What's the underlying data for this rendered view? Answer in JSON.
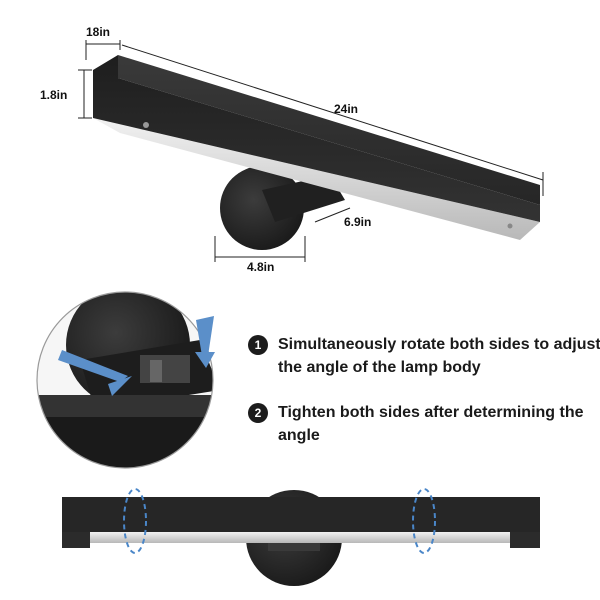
{
  "dimensions": {
    "width": "18in",
    "height": "1.8in",
    "length": "24in",
    "depth": "6.9in",
    "base": "4.8in"
  },
  "steps": [
    {
      "number": "1",
      "text": "Simultaneously rotate both sides to adjust the angle of the lamp body"
    },
    {
      "number": "2",
      "text": "Tighten both sides after determining the angle"
    }
  ],
  "colors": {
    "lamp_body": "#2a2a2a",
    "diffuser": "#d4d4d4",
    "arrow_blue": "#5b8fc9",
    "dashed_blue": "#4a86c8"
  }
}
